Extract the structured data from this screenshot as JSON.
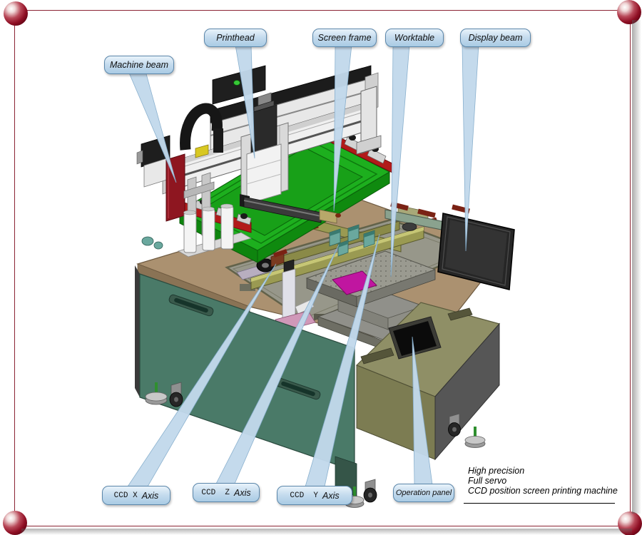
{
  "frame": {
    "border_color": "#8b2433",
    "corner_sphere_color": "#8f0f24"
  },
  "callouts": {
    "machine_beam": "Machine beam",
    "printhead": "Printhead",
    "screen_frame": "Screen frame",
    "worktable": "Worktable",
    "display_beam": "Display beam",
    "ccd_x_prefix": "CCD X",
    "ccd_x_word": "Axis",
    "ccd_z_prefix": "CCD  Z",
    "ccd_z_word": "Axis",
    "ccd_y_prefix": "CCD  Y",
    "ccd_y_word": "Axis",
    "operation_panel": "Operation panel"
  },
  "caption": {
    "line1": "High precision",
    "line2": "Full servo",
    "line3": "CCD position screen printing machine"
  },
  "machine_colors": {
    "screen_frame_green": "#1daf1e",
    "cabinet_green": "#4a7a68",
    "console_khaki": "#8f8f66",
    "tabletop_tan": "#ab9170",
    "clamp_rail_red": "#b21a1a",
    "machine_beam_red": "#8e1620",
    "monitor_dark": "#262626",
    "ccd_rail_olive": "#9a9a52",
    "callout_blue": "#c2d9ec",
    "registration_magenta": "#c016a0"
  }
}
